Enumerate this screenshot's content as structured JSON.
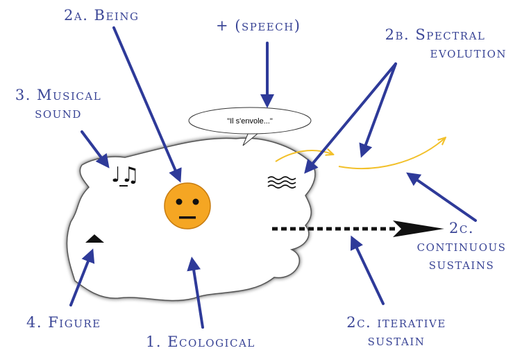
{
  "labels": {
    "being": "2a. Being",
    "speech": "+ (speech)",
    "spectral_line1": "2b. Spectral",
    "spectral_line2": "evolution",
    "musical_line1": "3. Musical",
    "musical_line2": "sound",
    "continuous_line1": "2c.",
    "continuous_line2": "continuous",
    "continuous_line3": "sustains",
    "figure": "4. Figure",
    "ecological": "1. Ecological",
    "iterative_line1": "2c. iterative",
    "iterative_line2": "sustain"
  },
  "speech_bubble": {
    "text": "\"Il s'envole...\""
  },
  "icons": {
    "musical_note": "♩♫",
    "being_face": "neutral-face-icon",
    "spectral_waves": "≋",
    "figure_triangle": "triangle-icon"
  },
  "colors": {
    "label": "#3a4596",
    "arrow": "#2e3a99",
    "spectral_curve": "#f2c02a",
    "face": "#f5a623",
    "blob_shadow": "#333333"
  }
}
